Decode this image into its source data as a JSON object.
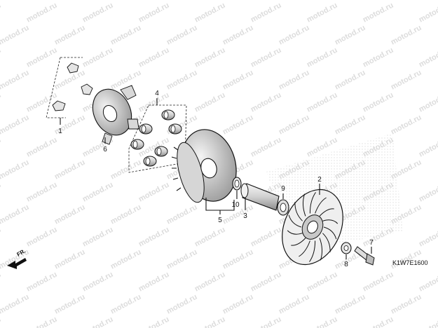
{
  "diagram": {
    "watermark_text": "motod.ru",
    "diagram_code": "K1W7E1600",
    "front_arrow_label": "FR.",
    "callouts": [
      "1",
      "2",
      "3",
      "4",
      "5",
      "6",
      "7",
      "8",
      "9",
      "10"
    ]
  }
}
